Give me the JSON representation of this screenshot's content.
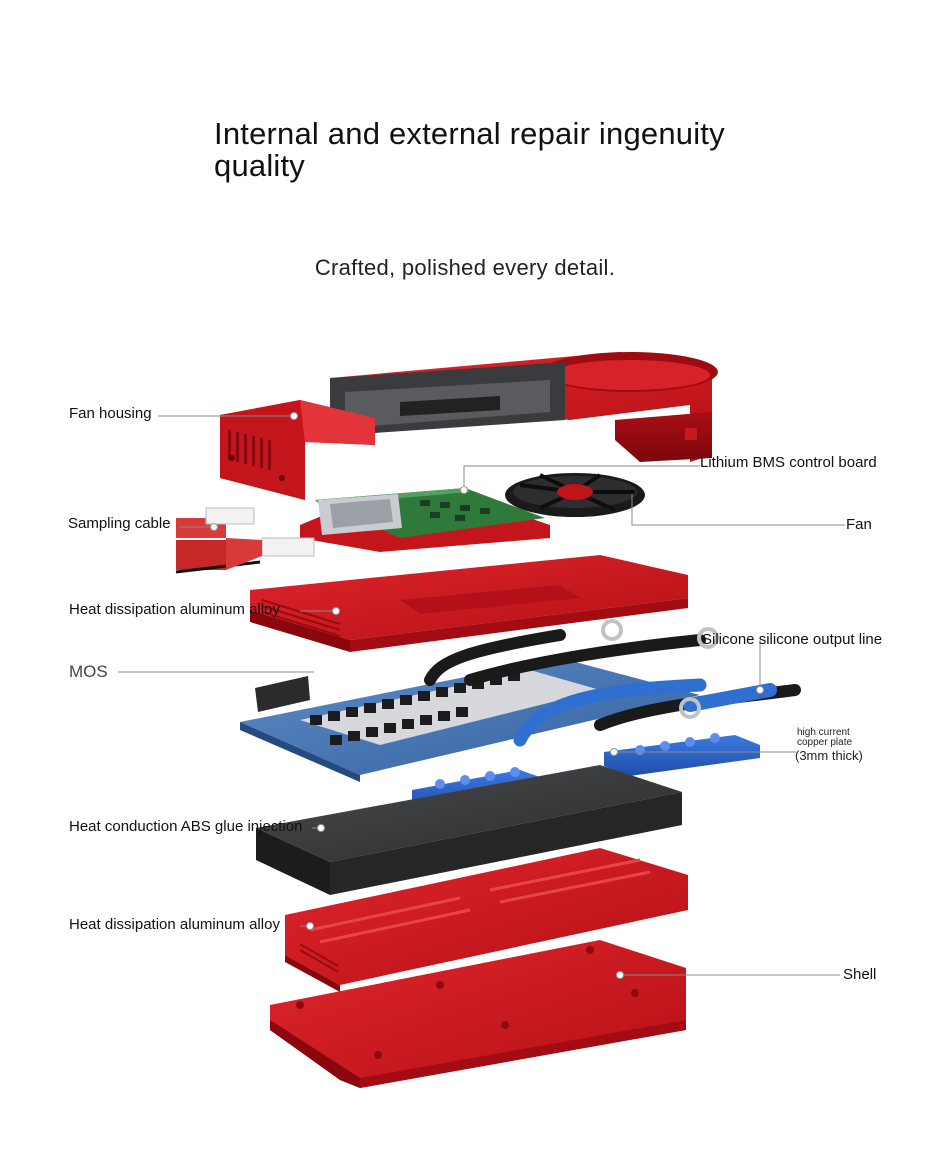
{
  "title": {
    "line1": "Internal and external repair ingenuity",
    "line2": "quality"
  },
  "subtitle": "Crafted, polished every detail.",
  "labels": {
    "fan_housing": "Fan housing",
    "sampling_cable": "Sampling cable",
    "heat_dissipation_1": "Heat dissipation aluminum alloy",
    "mos": "MOS",
    "heat_conduction": "Heat conduction ABS glue injection",
    "heat_dissipation_2": "Heat dissipation aluminum alloy",
    "lithium_bms": "Lithium BMS control board",
    "fan": "Fan",
    "silicone_output": "Silicone silicone output line",
    "high_current_1": "high current",
    "high_current_2": "copper plate",
    "thickness": "(3mm thick)",
    "shell": "Shell"
  },
  "colors": {
    "red": "#c8141c",
    "dark_red": "#8e0a10",
    "pcb_green": "#2f7a3a",
    "pcb_blue": "#3f6fb0",
    "copper_blue": "#2f62c8",
    "black_block": "#2a2b2d"
  }
}
